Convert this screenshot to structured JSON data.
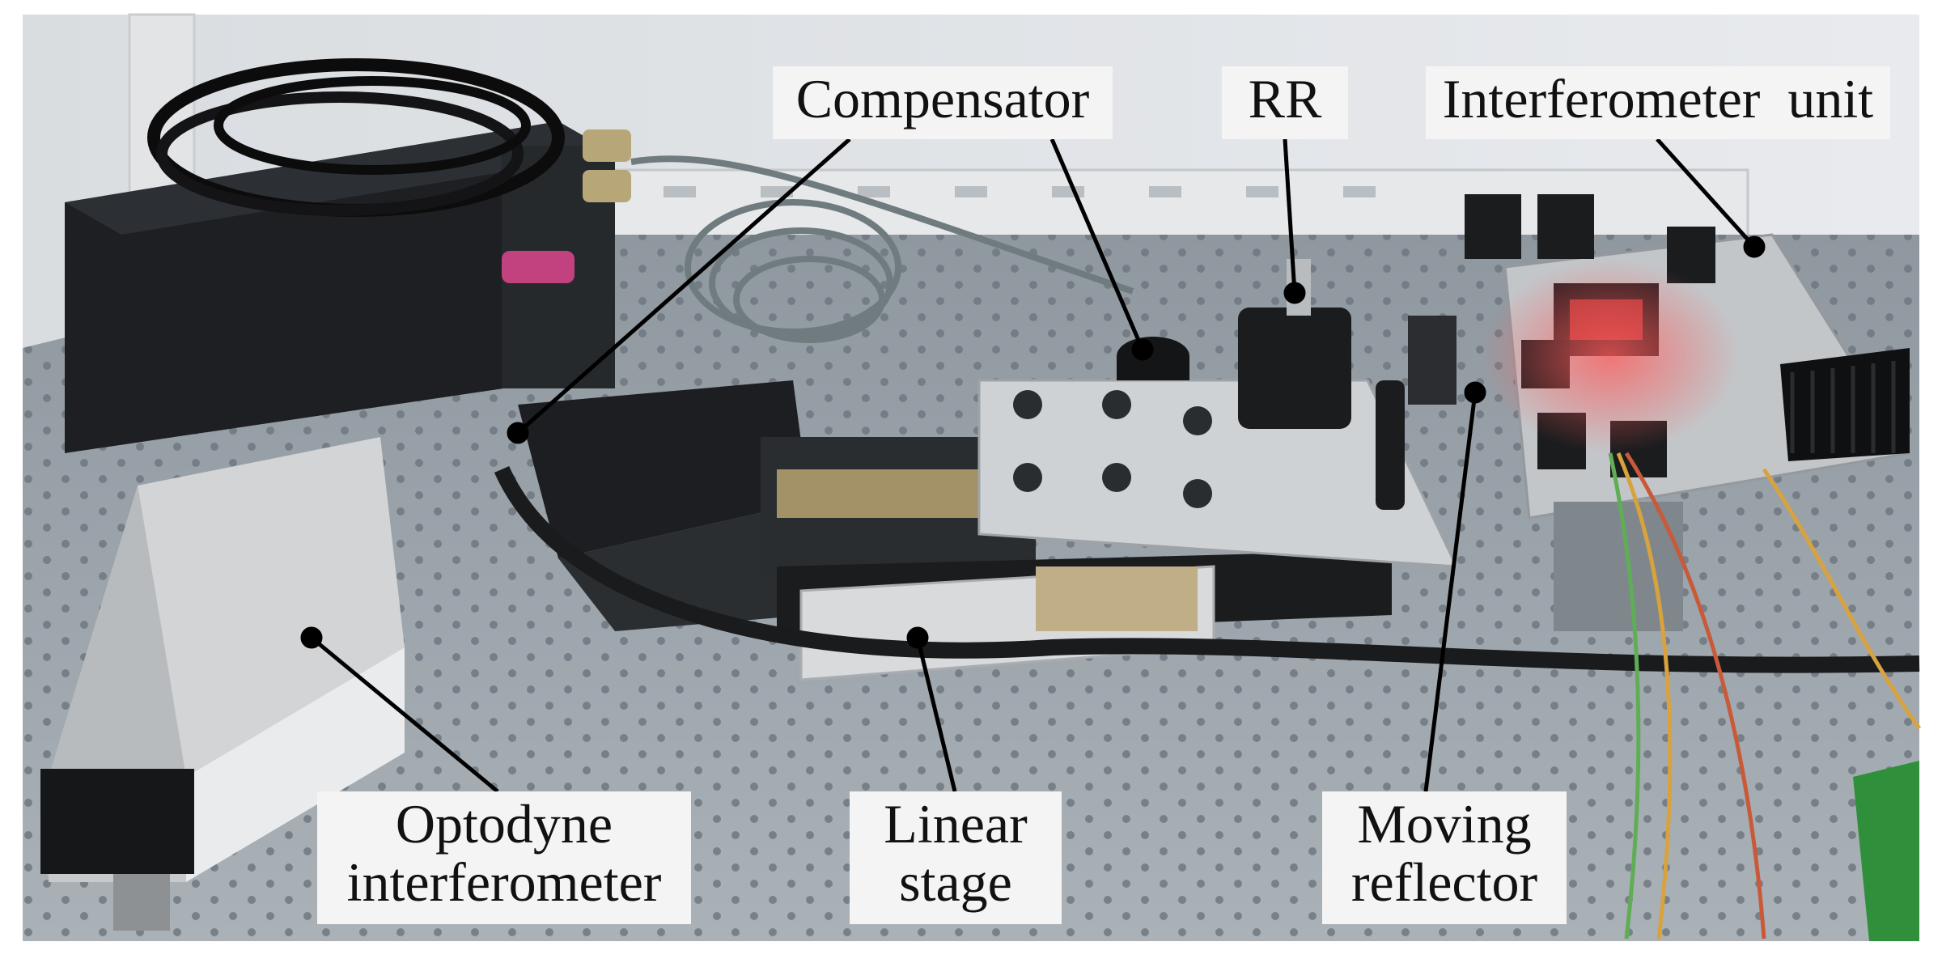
{
  "figure": {
    "labels": {
      "compensator": "Compensator",
      "rr": "RR",
      "interferometer_unit": "Interferometer  unit",
      "optodyne_line1": "Optodyne",
      "optodyne_line2": "interferometer",
      "linear_line1": "Linear",
      "linear_line2": "stage",
      "moving_line1": "Moving",
      "moving_line2": "reflector"
    }
  }
}
